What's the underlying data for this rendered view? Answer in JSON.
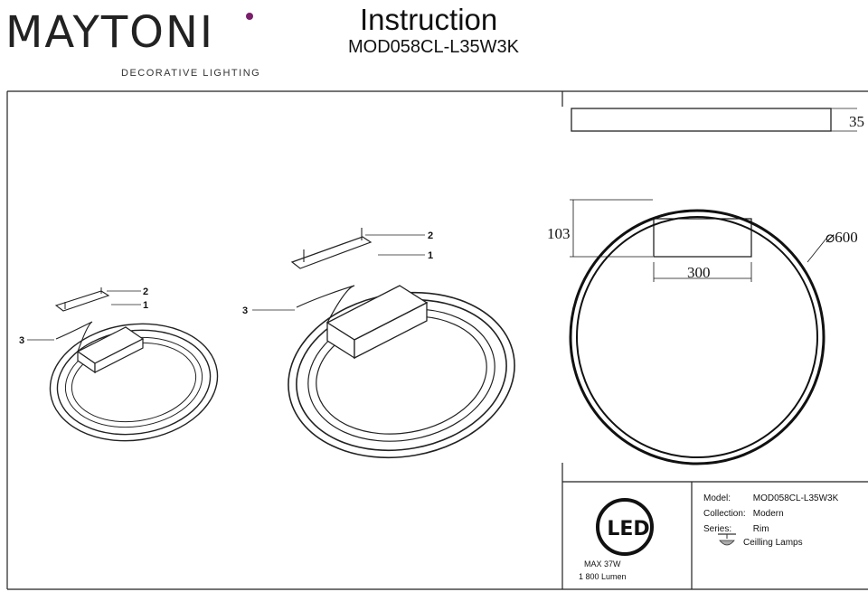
{
  "brand": {
    "name": "MAYTONI",
    "tagline": "DECORATIVE LIGHTING",
    "accent_color": "#7a1f6b"
  },
  "header": {
    "title": "Instruction",
    "model": "MOD058CL-L35W3K"
  },
  "drawing": {
    "dimensions": {
      "height": "35",
      "mount_height": "103",
      "mount_width": "300",
      "diameter": "⌀600"
    },
    "callouts_small": [
      "2",
      "1",
      "3"
    ],
    "callouts_large": [
      "2",
      "1",
      "3"
    ]
  },
  "led_panel": {
    "badge": "LED",
    "power": "MAX 37W",
    "lumen": "1 800 Lumen"
  },
  "info": {
    "model_label": "Model:",
    "model_value": "MOD058CL-L35W3K",
    "collection_label": "Collection:",
    "collection_value": "Modern",
    "series_label": "Series:",
    "series_value": "Rim",
    "type_icon": "ceiling-lamp-icon",
    "type_value": "Ceilling Lamps"
  }
}
